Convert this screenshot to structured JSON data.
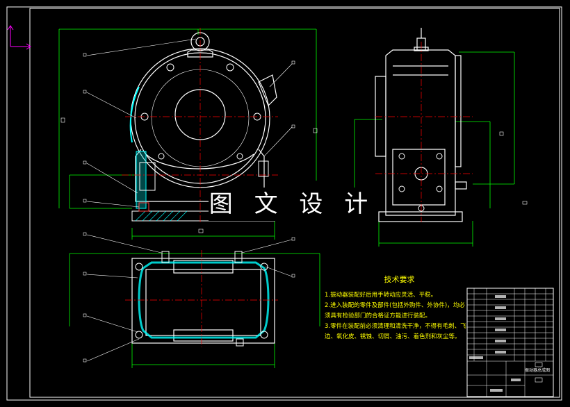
{
  "watermark": "图 文 设 计",
  "technical_requirements": {
    "title": "技术要求",
    "items": [
      "1.振动器装配好后用手转动应灵活、平稳。",
      "2.进入装配的零件及部件(包括外购件、外协件)，均必须具有检验部门的合格证方能进行装配。",
      "3.零件在装配前必须清理和清洗干净，不得有毛刺、飞边、氧化皮、锈蚀、切屑、油污、着色剂和灰尘等。"
    ]
  },
  "title_block": {
    "drawing_name": "振动器总成图"
  },
  "colors": {
    "background": "#000000",
    "outline": "#ffffff",
    "dimension": "#00ff00",
    "centerline": "#ff0000",
    "section_fill": "#00ffff",
    "text": "#ffff00",
    "ucs": "#ff00ff"
  }
}
